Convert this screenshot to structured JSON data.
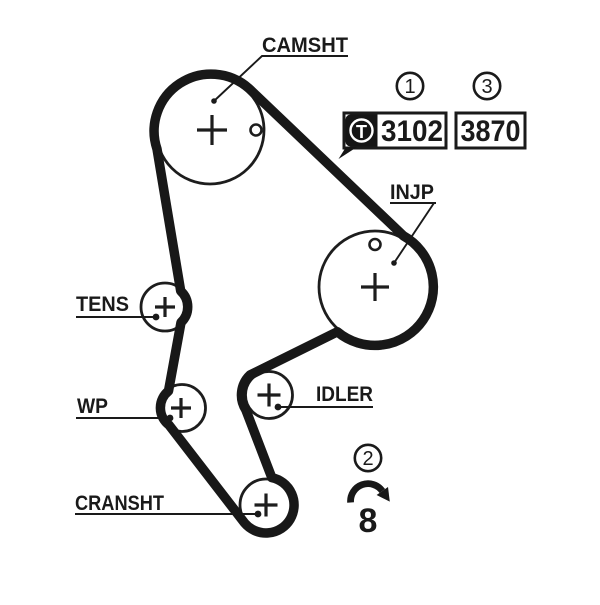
{
  "labels": {
    "camshaft": "CAMSHT",
    "injection_pump": "INJP",
    "tensioner": "TENS",
    "water_pump": "WP",
    "idler": "IDLER",
    "crankshaft": "CRANSHT"
  },
  "callouts": {
    "one": {
      "number": "1",
      "part_code": "3102",
      "logo_letter": "T"
    },
    "three": {
      "number": "3",
      "part_code": "3870"
    },
    "two": {
      "number": "2",
      "count": "8"
    }
  },
  "colors": {
    "ink": "#1a1a1a",
    "background": "#ffffff"
  }
}
